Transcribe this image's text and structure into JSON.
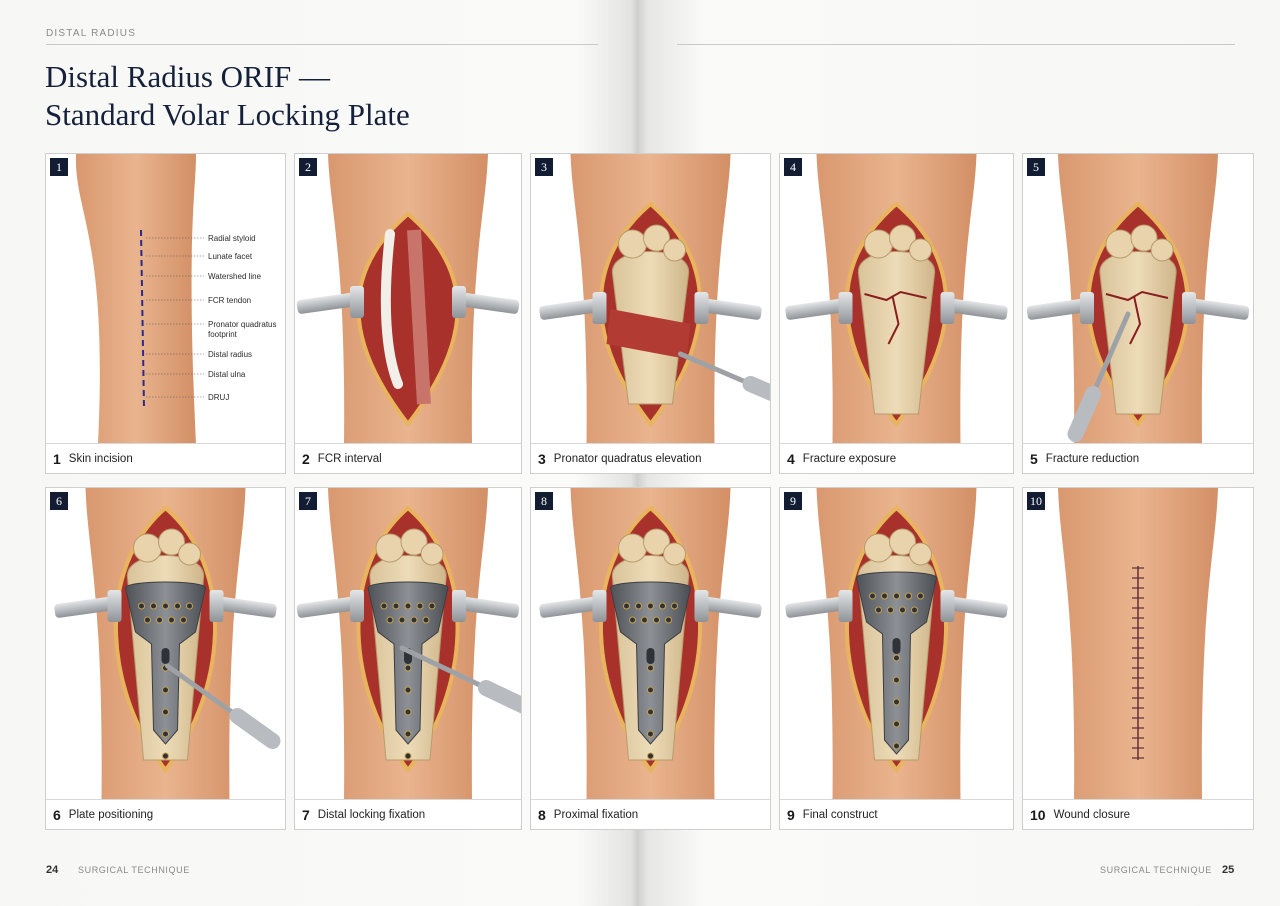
{
  "page": {
    "running_head": "DISTAL RADIUS",
    "title_line1": "Distal Radius ORIF —",
    "title_line2": "Standard Volar Locking Plate"
  },
  "panels": [
    {
      "badge": "1",
      "num": "1",
      "label": "Skin incision",
      "illustration": "skin-incision-marking"
    },
    {
      "badge": "2",
      "num": "2",
      "label": "FCR interval",
      "illustration": "fcr-interval-retraction"
    },
    {
      "badge": "3",
      "num": "3",
      "label": "Pronator quadratus elevation",
      "illustration": "pronator-elevation"
    },
    {
      "badge": "4",
      "num": "4",
      "label": "Fracture exposure",
      "illustration": "fracture-exposure"
    },
    {
      "badge": "5",
      "num": "5",
      "label": "Fracture reduction",
      "illustration": "fracture-reduction"
    },
    {
      "badge": "6",
      "num": "6",
      "label": "Plate positioning",
      "illustration": "plate-positioning"
    },
    {
      "badge": "7",
      "num": "7",
      "label": "Distal locking fixation",
      "illustration": "distal-locking"
    },
    {
      "badge": "8",
      "num": "8",
      "label": "Proximal fixation",
      "illustration": "proximal-fixation"
    },
    {
      "badge": "9",
      "num": "9",
      "label": "Final construct",
      "illustration": "final-construct"
    },
    {
      "badge": "10",
      "num": "10",
      "label": "Wound closure",
      "illustration": "wound-closure"
    }
  ],
  "panel1_labels": [
    "Radial styloid",
    "Lunate facet",
    "Watershed line",
    "FCR tendon",
    "Pronator quadratus footprint",
    "Distal radius",
    "Distal ulna",
    "DRUJ"
  ],
  "footer": {
    "left_page_number": "24",
    "left_section": "SURGICAL TECHNIQUE",
    "right_section": "SURGICAL TECHNIQUE",
    "right_page_number": "25"
  },
  "colors": {
    "skin": "#e9b48e",
    "tissue": "#a8322b",
    "bone": "#eddcb8",
    "plate": "#6f7378",
    "badge": "#121d33",
    "title": "#15213a"
  }
}
